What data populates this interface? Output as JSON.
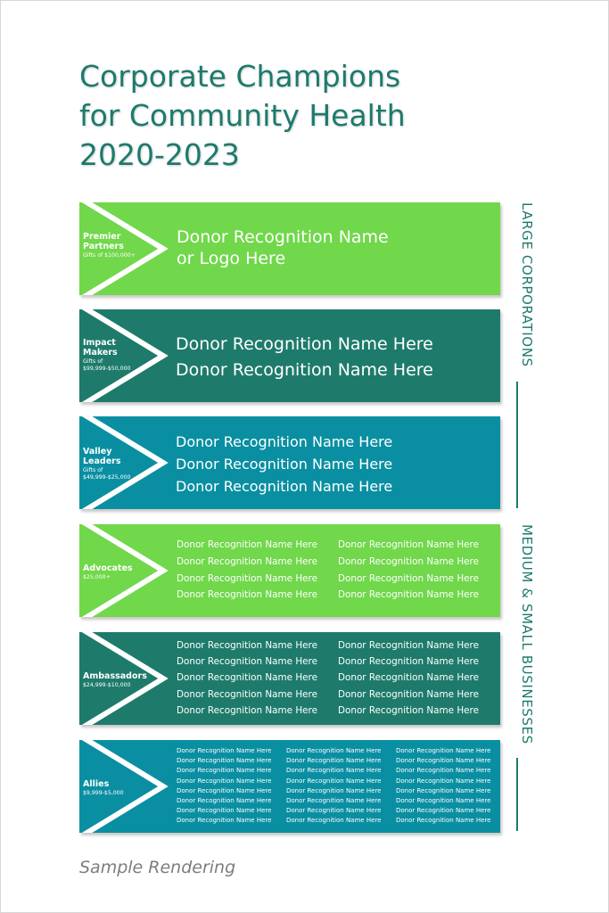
{
  "title": "Corporate Champions\nfor Community Health\n2020-2023",
  "colors": {
    "green": "#71d74b",
    "teal": "#1e7b6b",
    "blue": "#0a8fa2",
    "accent": "#1d7a6c"
  },
  "tiers": [
    {
      "name": "Premier Partners",
      "gift": "Gifts of $100,000+",
      "names": [
        "Donor Recognition Name",
        "or Logo Here"
      ]
    },
    {
      "name": "Impact Makers",
      "gift": "Gifts of $99,999-$50,000",
      "names": [
        "Donor Recognition Name Here",
        "Donor Recognition Name Here"
      ]
    },
    {
      "name": "Valley Leaders",
      "gift": "Gifts of $49,999-$25,000",
      "names": [
        "Donor Recognition Name Here",
        "Donor Recognition Name Here",
        "Donor Recognition Name Here"
      ]
    },
    {
      "name": "Advocates",
      "gift": "$25,000+",
      "names": [
        "Donor Recognition Name Here",
        "Donor Recognition Name Here",
        "Donor Recognition Name Here",
        "Donor Recognition Name Here",
        "Donor Recognition Name Here",
        "Donor Recognition Name Here",
        "Donor Recognition Name Here",
        "Donor Recognition Name Here"
      ]
    },
    {
      "name": "Ambassadors",
      "gift": "$24,999-$10,000",
      "names": [
        "Donor Recognition Name Here",
        "Donor Recognition Name Here",
        "Donor Recognition Name Here",
        "Donor Recognition Name Here",
        "Donor Recognition Name Here",
        "Donor Recognition Name Here",
        "Donor Recognition Name Here",
        "Donor Recognition Name Here",
        "Donor Recognition Name Here",
        "Donor Recognition Name Here"
      ]
    },
    {
      "name": "Allies",
      "gift": "$9,999-$5,000",
      "names": [
        "Donor Recognition Name Here",
        "Donor Recognition Name Here",
        "Donor Recognition Name Here",
        "Donor Recognition Name Here",
        "Donor Recognition Name Here",
        "Donor Recognition Name Here",
        "Donor Recognition Name Here",
        "Donor Recognition Name Here",
        "Donor Recognition Name Here",
        "Donor Recognition Name Here",
        "Donor Recognition Name Here",
        "Donor Recognition Name Here",
        "Donor Recognition Name Here",
        "Donor Recognition Name Here",
        "Donor Recognition Name Here",
        "Donor Recognition Name Here",
        "Donor Recognition Name Here",
        "Donor Recognition Name Here",
        "Donor Recognition Name Here",
        "Donor Recognition Name Here",
        "Donor Recognition Name Here",
        "Donor Recognition Name Here",
        "Donor Recognition Name Here",
        "Donor Recognition Name Here"
      ]
    }
  ],
  "side_labels": {
    "large": "LARGE CORPORATIONS",
    "medium": "MEDIUM & SMALL BUSINESSES"
  },
  "footer": "Sample Rendering"
}
